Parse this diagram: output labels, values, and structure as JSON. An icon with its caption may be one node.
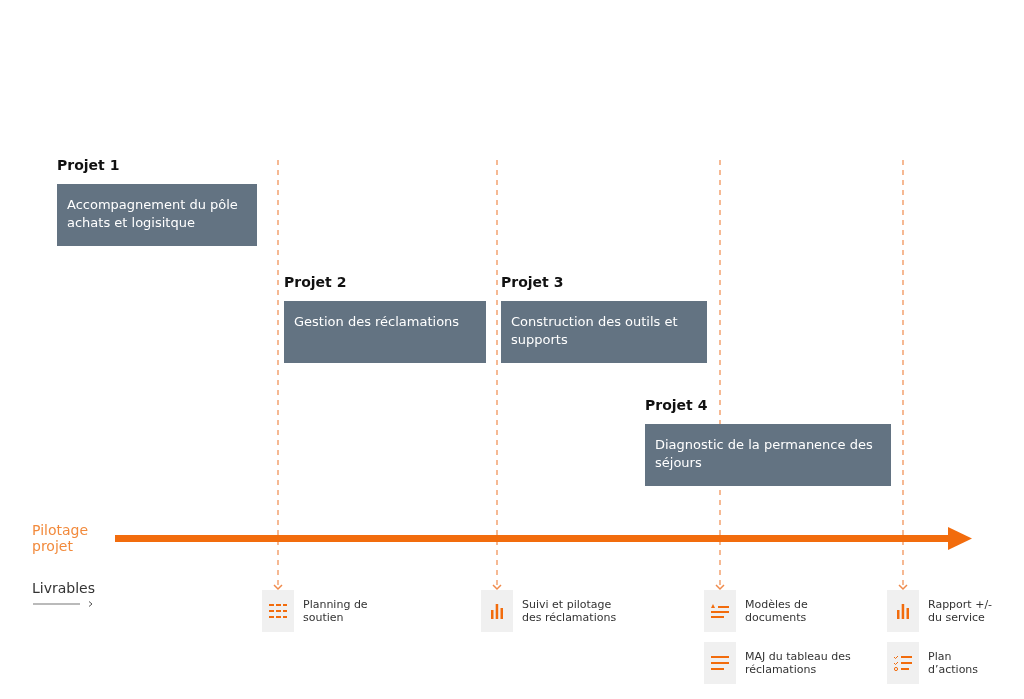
{
  "diagram": {
    "nodes": [
      {
        "text": [
          "Projet 1",
          "Accompagnement du pôle achats et logisitque"
        ]
      },
      {
        "text": [
          "Projet 2",
          "Gestion des réclamations"
        ]
      },
      {
        "text": [
          "Projet 3",
          "Construction des outils et supports"
        ]
      },
      {
        "text": [
          "Projet 4",
          "Diagnostic de la permanence des séjours"
        ]
      },
      {
        "text": [
          "Planning de soutien"
        ]
      },
      {
        "text": [
          "Suivi et pilotage des réclamations"
        ]
      },
      {
        "text": [
          "Modèles de documents"
        ]
      },
      {
        "text": [
          "MAJ du tableau des réclamations"
        ]
      },
      {
        "text": [
          "Rapport +/- du service"
        ]
      },
      {
        "text": [
          "Plan d’actions"
        ]
      }
    ],
    "edges": [
      {
        "from": null,
        "to": 4,
        "arrow": "to",
        "style": "dashed"
      },
      {
        "from": null,
        "to": 5,
        "arrow": "to",
        "style": "dashed"
      },
      {
        "from": null,
        "to": 6,
        "arrow": "to",
        "style": "dashed"
      },
      {
        "from": null,
        "to": 8,
        "arrow": "to",
        "style": "dashed"
      }
    ],
    "labels": [
      "Pilotage projet",
      "Livrables"
    ]
  }
}
